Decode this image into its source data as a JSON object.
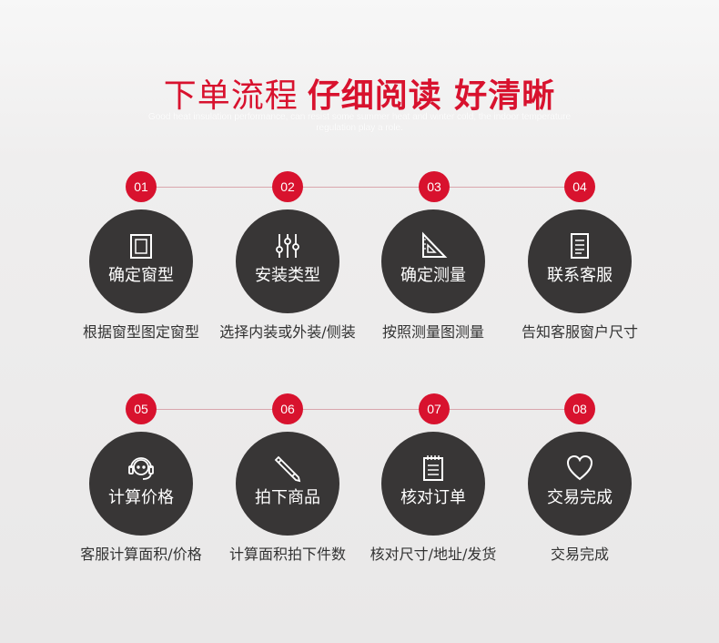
{
  "header": {
    "title_light": "下单流程",
    "title_bold": "仔细阅读 好清晰",
    "subtitle": "Good heat insulation performance, can resist some summer heat and winter cold, the indoor temperature regulation play a role."
  },
  "colors": {
    "accent": "#d8122e",
    "circle": "#383636"
  },
  "steps": [
    {
      "num": "01",
      "label": "确定窗型",
      "desc": "根据窗型图定窗型",
      "icon": "window-icon"
    },
    {
      "num": "02",
      "label": "安装类型",
      "desc": "选择内装或外装/侧装",
      "icon": "sliders-icon"
    },
    {
      "num": "03",
      "label": "确定测量",
      "desc": "按照测量图测量",
      "icon": "triangle-ruler-icon"
    },
    {
      "num": "04",
      "label": "联系客服",
      "desc": "告知客服窗户尺寸",
      "icon": "document-icon"
    },
    {
      "num": "05",
      "label": "计算价格",
      "desc": "客服计算面积/价格",
      "icon": "headset-icon"
    },
    {
      "num": "06",
      "label": "拍下商品",
      "desc": "计算面积拍下件数",
      "icon": "pencil-icon"
    },
    {
      "num": "07",
      "label": "核对订单",
      "desc": "核对尺寸/地址/发货",
      "icon": "notepad-icon"
    },
    {
      "num": "08",
      "label": "交易完成",
      "desc": "交易完成",
      "icon": "heart-icon"
    }
  ]
}
